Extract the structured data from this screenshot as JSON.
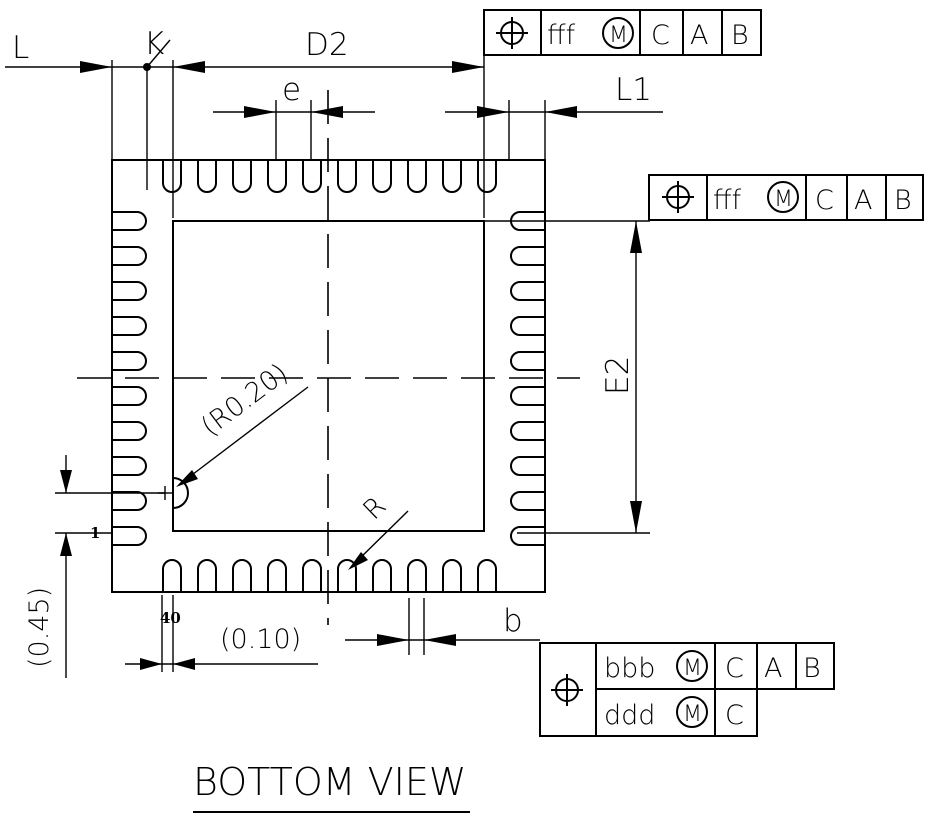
{
  "view_title": "BOTTOM VIEW",
  "dims": {
    "L": "L",
    "K": "K",
    "D2": "D2",
    "e": "e",
    "L1": "L1",
    "E2": "E2",
    "b": "b",
    "R": "R",
    "R020": "(R0.20)",
    "d045": "(0.45)",
    "d010": "(0.10)",
    "pin1": "1",
    "pin40": "40"
  },
  "fcf_top": {
    "symbol": "⌖",
    "tol": "fff",
    "modifier": "M",
    "datums": [
      "C",
      "A",
      "B"
    ]
  },
  "fcf_right": {
    "symbol": "⌖",
    "tol": "fff",
    "modifier": "M",
    "datums": [
      "C",
      "A",
      "B"
    ]
  },
  "fcf_bottom": {
    "symbol": "⌖",
    "row1": {
      "tol": "bbb",
      "modifier": "M",
      "datums": [
        "C",
        "A",
        "B"
      ]
    },
    "row2": {
      "tol": "ddd",
      "modifier": "M",
      "datums": [
        "C"
      ]
    }
  }
}
